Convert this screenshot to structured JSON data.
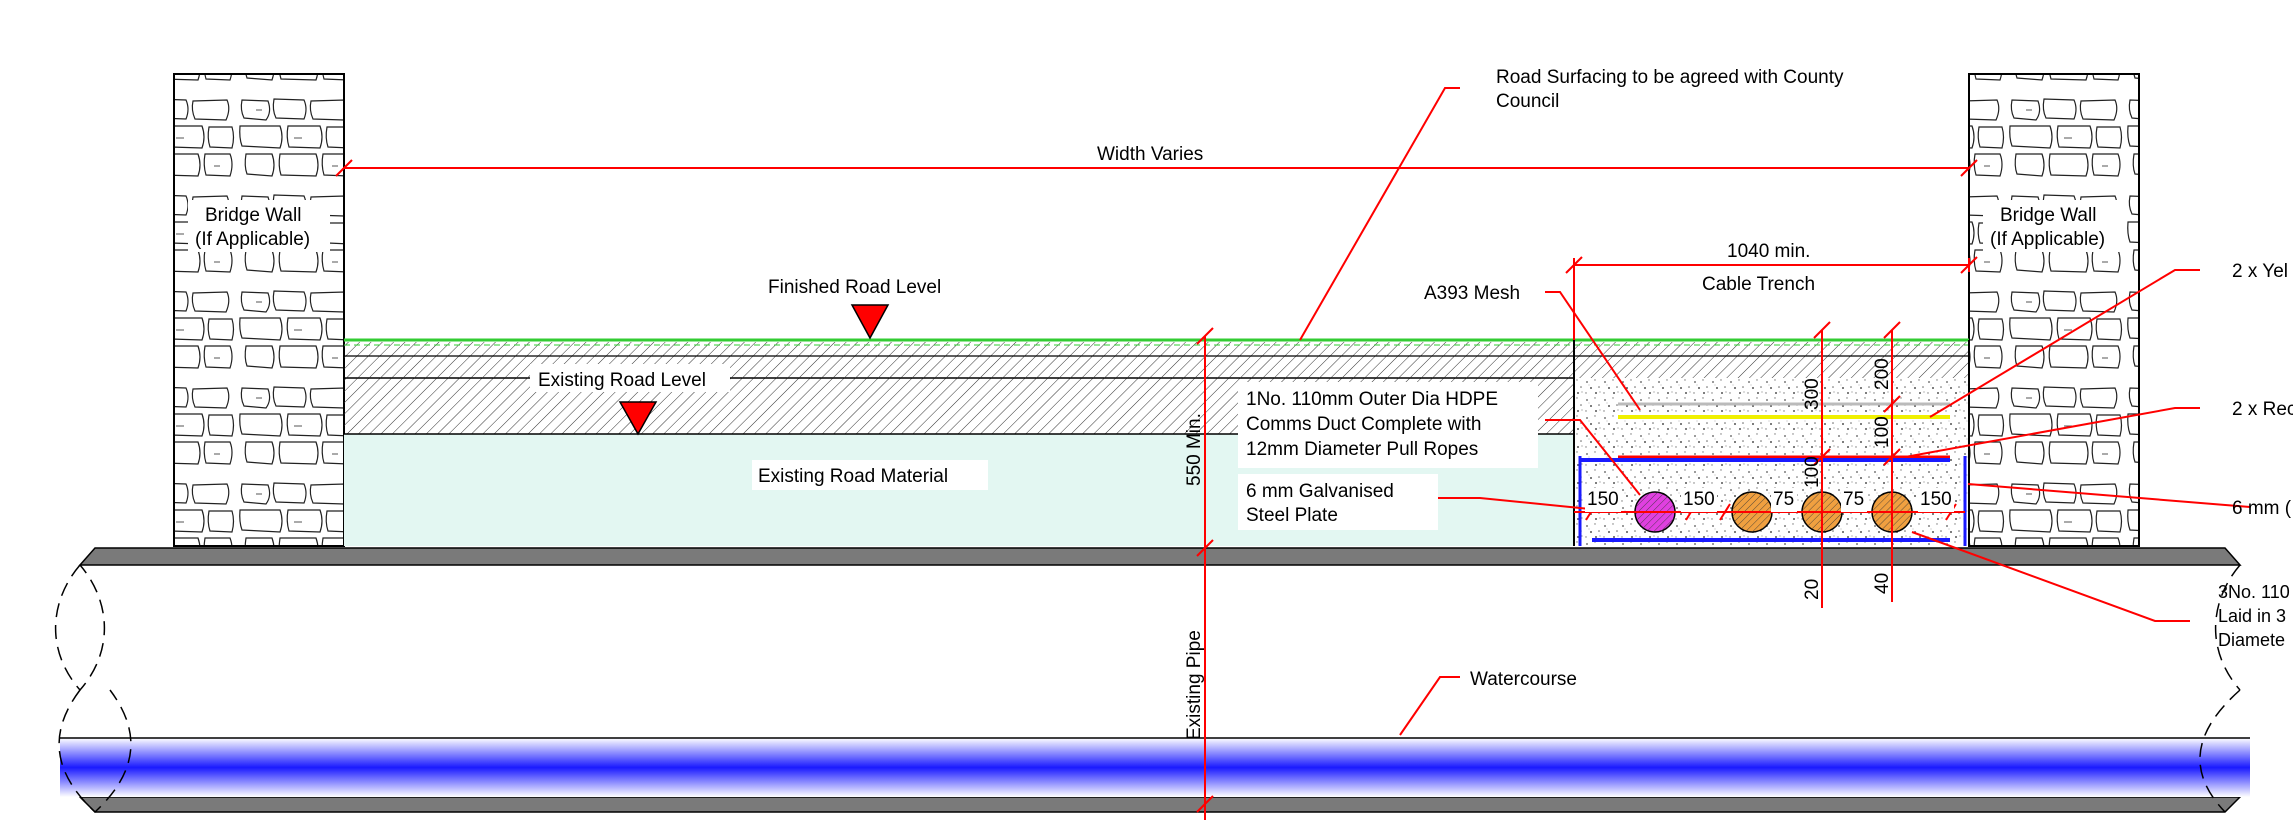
{
  "labels": {
    "road_surfacing_1": "Road Surfacing to be agreed with County",
    "road_surfacing_2": "Council",
    "width_varies": "Width Varies",
    "bridge_wall_left_1": "Bridge Wall",
    "bridge_wall_left_2": "(If Applicable)",
    "bridge_wall_right_1": "Bridge Wall",
    "bridge_wall_right_2": "(If Applicable)",
    "finished_road_level": "Finished Road Level",
    "existing_road_level": "Existing Road Level",
    "existing_road_material": "Existing Road Material",
    "min_depth": "550 Min.",
    "existing_pipe": "Existing Pipe",
    "watercourse": "Watercourse",
    "trench_width": "1040 min.",
    "cable_trench": "Cable Trench",
    "a393_mesh": "A393 Mesh",
    "hdpe_1": "1No. 110mm Outer Dia HDPE",
    "hdpe_2": "Comms Duct Complete with",
    "hdpe_3": "12mm Diameter Pull Ropes",
    "plate_1": "6 mm Galvanised",
    "plate_2": "Steel Plate",
    "dim_300": "300",
    "dim_200": "200",
    "dim_100a": "100",
    "dim_100b": "100",
    "dim_20": "20",
    "dim_40": "40",
    "dim_150a": "150",
    "dim_150b": "150",
    "dim_75a": "75",
    "dim_75b": "75",
    "dim_150c": "150",
    "right_yellow": "2 x Yel",
    "right_red": "2 x Rec",
    "right_6mm": "6 mm (",
    "right_3no_1": "3No. 110",
    "right_3no_2": "Laid in 3",
    "right_3no_3": "Diamete"
  },
  "colors": {
    "leader": "#ff0000",
    "surface_green": "#33cc33",
    "existing_material": "#e3f7f2",
    "water": "#1a1aff",
    "pipe_rim": "#7a7a7a",
    "comms_duct": "#e040e0",
    "power_duct": "#f0a040",
    "plate": "#1a1aff",
    "mesh_yellow": "#f0f000"
  }
}
